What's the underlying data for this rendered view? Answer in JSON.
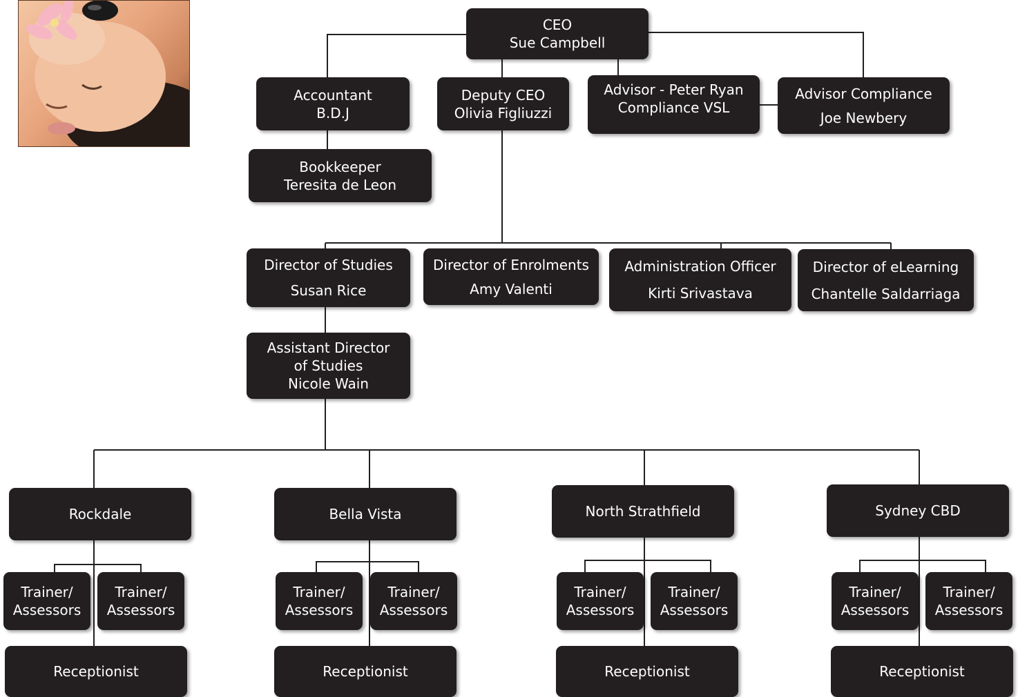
{
  "colors": {
    "box": "#231f20",
    "line": "#231f20",
    "text": "#ffffff",
    "background": "#ffffff"
  },
  "photo": {
    "icon": "spa-woman-photo"
  },
  "ceo": {
    "title": "CEO",
    "name": "Sue Campbell"
  },
  "accountant": {
    "title": "Accountant",
    "name": "B.D.J"
  },
  "bookkeeper": {
    "title": "Bookkeeper",
    "name": "Teresita de Leon"
  },
  "deputy": {
    "title": "Deputy CEO",
    "name": "Olivia Figliuzzi"
  },
  "advisor_vsl": {
    "title": "Advisor - Peter Ryan",
    "name": "Compliance VSL"
  },
  "advisor_compliance": {
    "title": "Advisor Compliance",
    "name": "Joe Newbery"
  },
  "director_studies": {
    "title": "Director of Studies",
    "name": "Susan Rice"
  },
  "director_enrolments": {
    "title": "Director of Enrolments",
    "name": "Amy Valenti"
  },
  "admin_officer": {
    "title": "Administration Officer",
    "name": "Kirti Srivastava"
  },
  "director_elearning": {
    "title": "Director of eLearning",
    "name": "Chantelle Saldarriaga"
  },
  "assistant_director": {
    "title": "Assistant Director of Studies",
    "name": "Nicole Wain"
  },
  "campuses": [
    {
      "name": "Rockdale",
      "trainer_1": "Trainer/ Assessors",
      "trainer_2": "Trainer/ Assessors",
      "receptionist": "Receptionist"
    },
    {
      "name": "Bella Vista",
      "trainer_1": "Trainer/ Assessors",
      "trainer_2": "Trainer/ Assessors",
      "receptionist": "Receptionist"
    },
    {
      "name": "North Strathfield",
      "trainer_1": "Trainer/ Assessors",
      "trainer_2": "Trainer/ Assessors",
      "receptionist": "Receptionist"
    },
    {
      "name": "Sydney CBD",
      "trainer_1": "Trainer/ Assessors",
      "trainer_2": "Trainer/ Assessors",
      "receptionist": "Receptionist"
    }
  ]
}
